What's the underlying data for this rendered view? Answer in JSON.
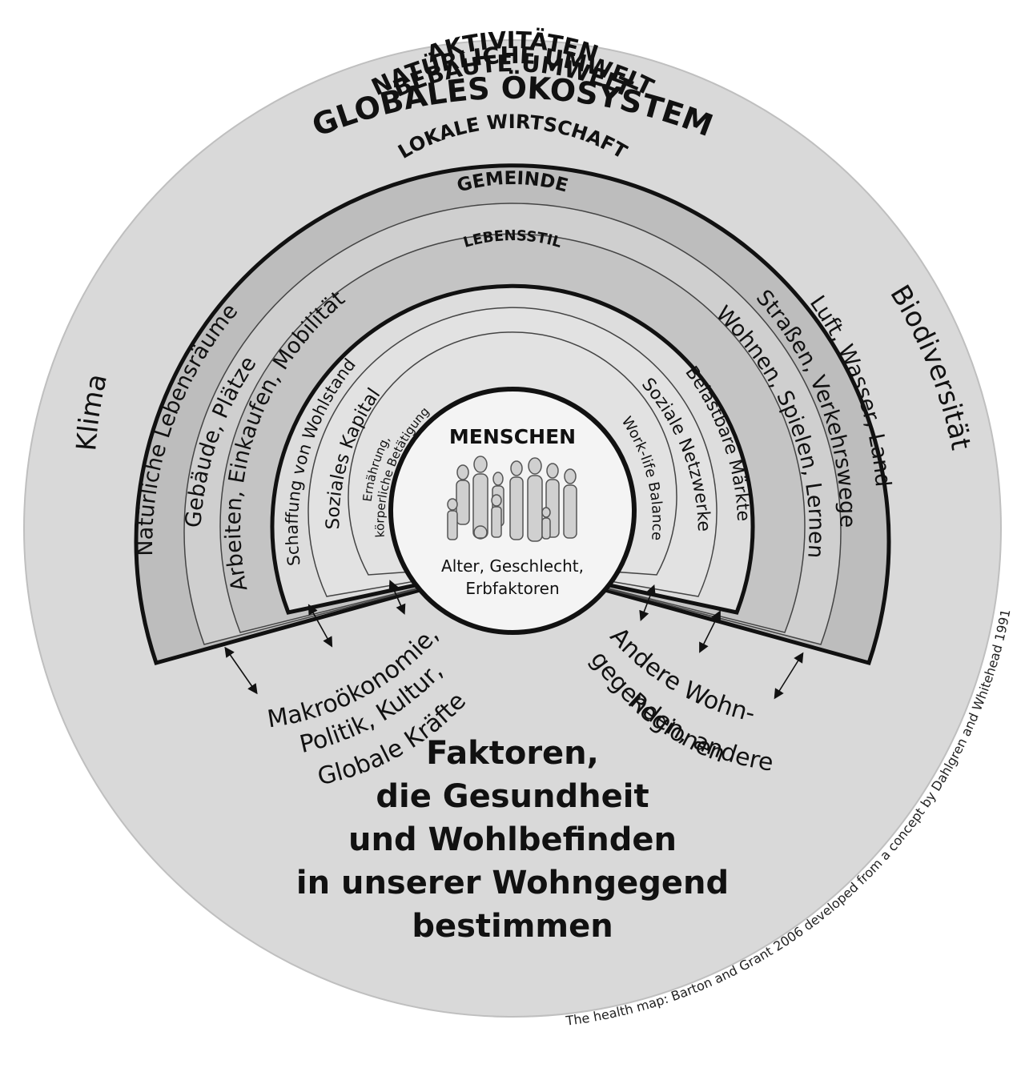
{
  "outer": {
    "title": "GLOBALES ÖKOSYSTEM",
    "left": "Klima",
    "right": "Biodiversität"
  },
  "rings": {
    "natuerliche_umwelt": {
      "title": "NATÜRLICHE UMWELT",
      "left": "Natürliche Lebensräume",
      "right": "Luft, Wasser, Land"
    },
    "bebaute_umwelt": {
      "title": "BEBAUTE UMWELT",
      "left": "Gebäude, Plätze",
      "right": "Straßen, Verkehrswege"
    },
    "aktivitaeten": {
      "title": "AKTIVITÄTEN",
      "left": "Arbeiten, Einkaufen, Mobilität",
      "right": "Wohnen, Spielen, Lernen"
    },
    "lokale_wirtschaft": {
      "title": "LOKALE WIRTSCHAFT",
      "left": "Schaffung von Wohlstand",
      "right": "Belastbare Märkte"
    },
    "gemeinde": {
      "title": "GEMEINDE",
      "left": "Soziales Kapital",
      "right": "Soziale Netzwerke"
    },
    "lebensstil": {
      "title": "LEBENSSTIL",
      "left_line1": "Ernährung,",
      "left_line2": "körperliche Betätigung",
      "right": "Work-life Balance"
    }
  },
  "center": {
    "title": "MENSCHEN",
    "line1": "Alter, Geschlecht,",
    "line2": "Erbfaktoren"
  },
  "left_block": {
    "line1": "Makroökonomie,",
    "line2": "Politik, Kultur,",
    "line3": "Globale Kräfte"
  },
  "right_block": {
    "line1": "Andere Wohn-",
    "line2": "gegenden, andere",
    "line3": "Regionen"
  },
  "main_title": {
    "line1": "Faktoren,",
    "line2": "die Gesundheit",
    "line3": "und Wohlbefinden",
    "line4": "in unserer Wohngegend",
    "line5": "bestimmen"
  },
  "caption": "The health map: Barton and Grant 2006 developed from a concept by Dahlgren and Whitehead 1991",
  "colors": {
    "outer_disc": "#d9d9d9",
    "dark_band": "#bdbdbd",
    "light_band": "#d6d6d6",
    "inner_bands": "#e2e2e2",
    "center_disc": "#f4f4f4",
    "ink": "#111111"
  }
}
